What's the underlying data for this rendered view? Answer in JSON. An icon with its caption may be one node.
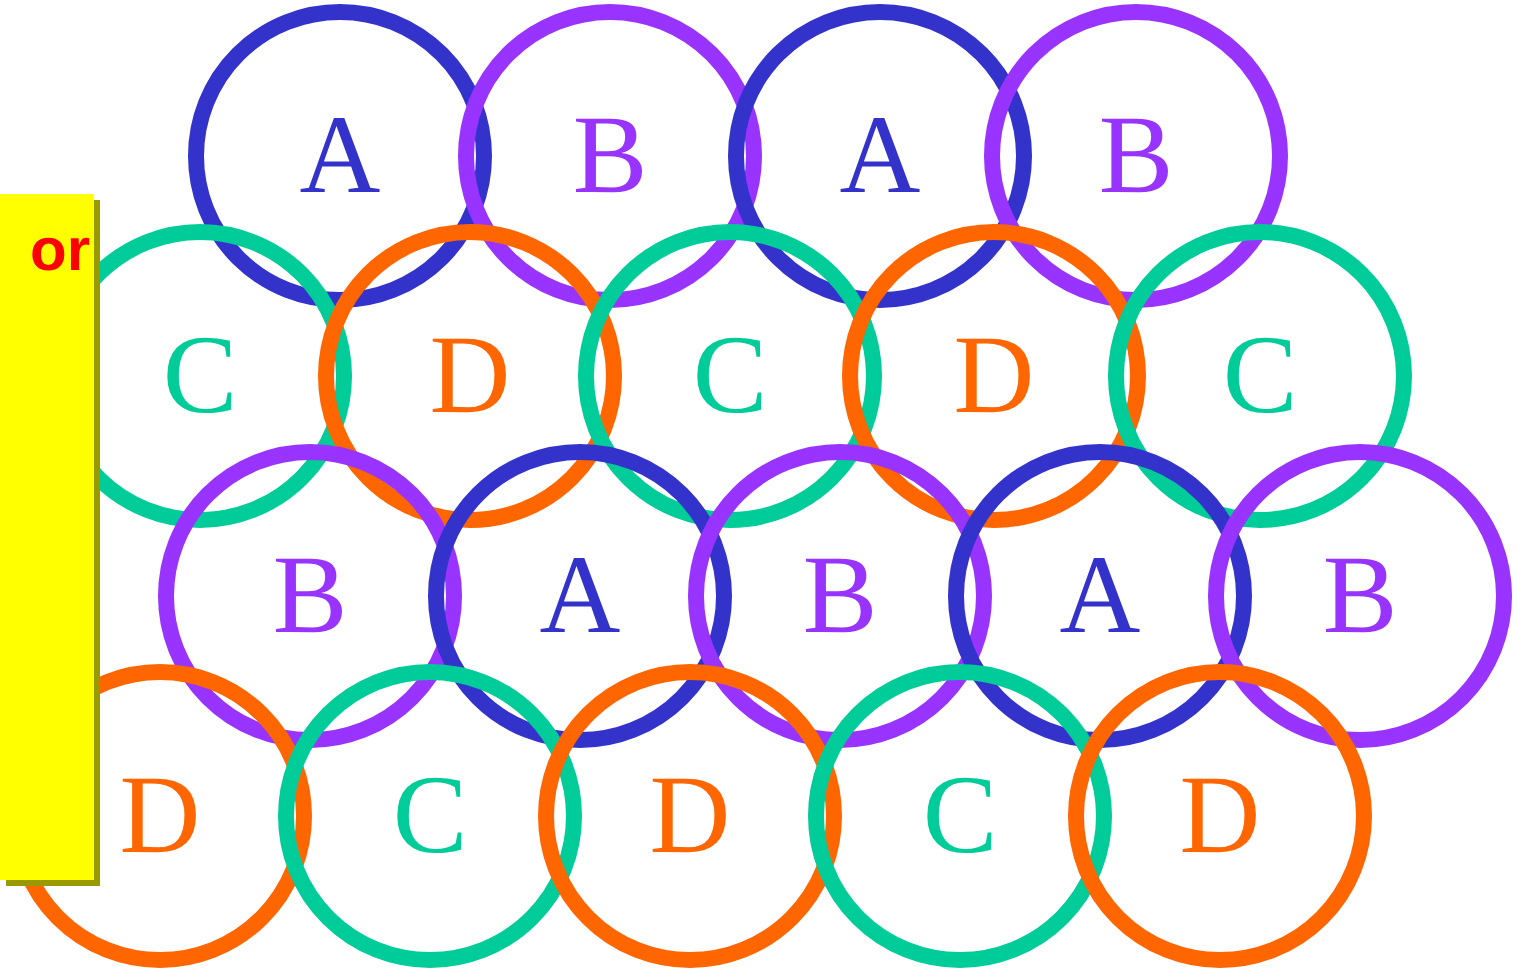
{
  "diagram": {
    "nodes": [
      {
        "text": [
          "or"
        ]
      },
      {
        "text": [
          "A"
        ]
      },
      {
        "text": [
          "B"
        ]
      },
      {
        "text": [
          "A"
        ]
      },
      {
        "text": [
          "B"
        ]
      },
      {
        "text": [
          "C"
        ]
      },
      {
        "text": [
          "D"
        ]
      },
      {
        "text": [
          "C"
        ]
      },
      {
        "text": [
          "D"
        ]
      },
      {
        "text": [
          "C"
        ]
      },
      {
        "text": [
          "B"
        ]
      },
      {
        "text": [
          "A"
        ]
      },
      {
        "text": [
          "B"
        ]
      },
      {
        "text": [
          "A"
        ]
      },
      {
        "text": [
          "B"
        ]
      },
      {
        "text": [
          "D"
        ]
      },
      {
        "text": [
          "C"
        ]
      },
      {
        "text": [
          "D"
        ]
      },
      {
        "text": [
          "C"
        ]
      },
      {
        "text": [
          "D"
        ]
      }
    ]
  }
}
